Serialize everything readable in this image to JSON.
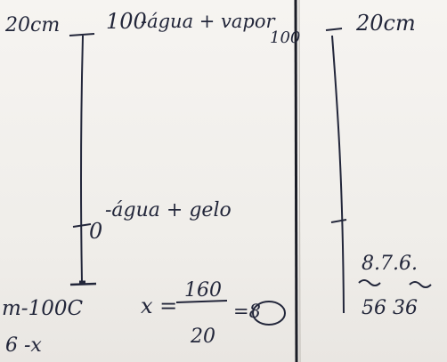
{
  "left_scale": {
    "top_length": "20cm",
    "top_mark": "100",
    "top_desc": "-água + vapor",
    "top_extra": "100",
    "bottom_mark": "0",
    "bottom_desc": "-água + gelo",
    "bottom_left": "m-100C",
    "bottom_left2": "6 -x"
  },
  "calculation": {
    "lhs": "x =",
    "numerator": "160",
    "denominator": "20",
    "result": "=8"
  },
  "right_scale": {
    "top_length": "20cm",
    "reading": "8.7.6.",
    "values": "56 36"
  }
}
